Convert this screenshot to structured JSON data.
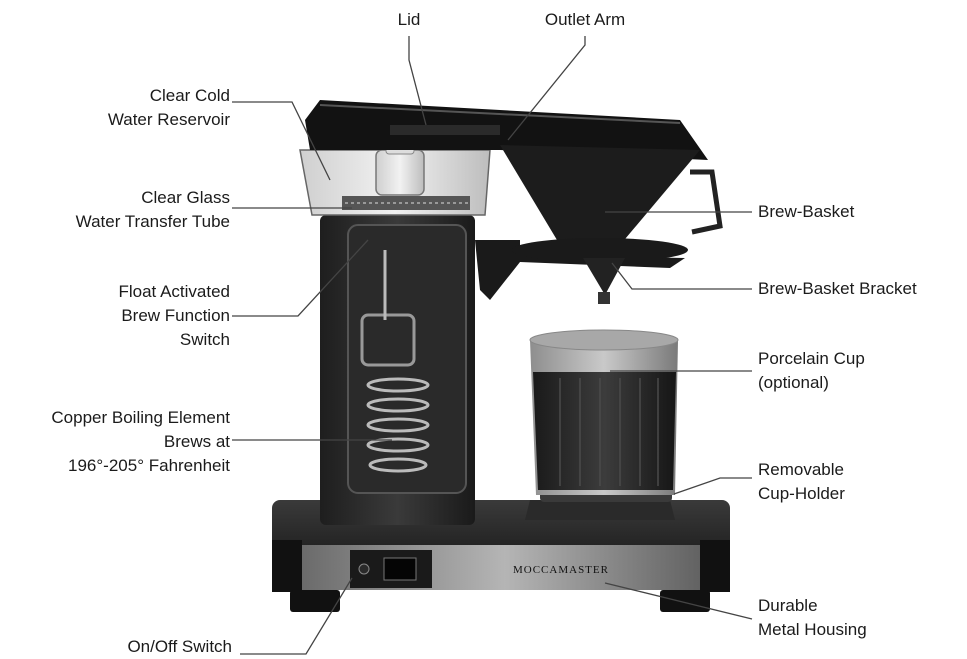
{
  "labels": {
    "lid": [
      "Lid"
    ],
    "outlet_arm": [
      "Outlet Arm"
    ],
    "reservoir": [
      "Clear Cold",
      "Water Reservoir"
    ],
    "transfer_tube": [
      "Clear Glass",
      "Water Transfer Tube"
    ],
    "float_switch": [
      "Float Activated",
      "Brew Function",
      "Switch"
    ],
    "boiling_element": [
      "Copper Boiling Element",
      "Brews at",
      "196°-205° Fahrenheit"
    ],
    "on_off": [
      "On/Off Switch"
    ],
    "brew_basket": [
      "Brew-Basket"
    ],
    "brew_basket_bracket": [
      "Brew-Basket Bracket"
    ],
    "cup": [
      "Porcelain Cup",
      "(optional)"
    ],
    "cup_holder": [
      "Removable",
      "Cup-Holder"
    ],
    "housing": [
      "Durable",
      "Metal Housing"
    ]
  },
  "brand": "MOCCAMASTER",
  "colors": {
    "body": "#2e2e2e",
    "dark": "#151515",
    "metal": "#8a8a8a",
    "line": "#444444"
  }
}
